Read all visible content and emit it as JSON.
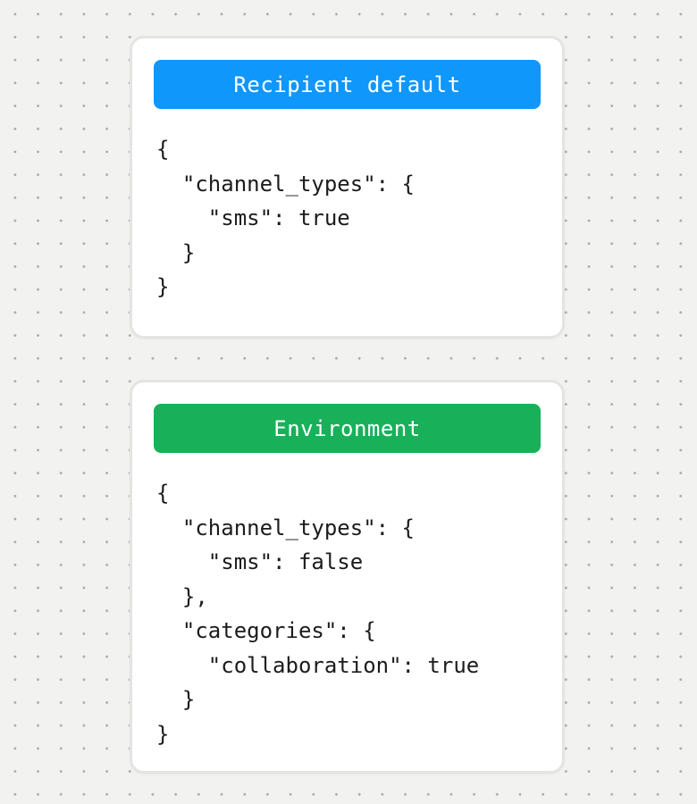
{
  "colors": {
    "background": "#f2f2f1",
    "dot": "#aaaaaa",
    "card_border": "#e4e4e3",
    "code_text": "#1c1c1c",
    "badge_text": "#ffffff"
  },
  "cards": [
    {
      "badge": {
        "label": "Recipient default",
        "color": "#1097fb"
      },
      "code_lines": [
        "{",
        "  \"channel_types\": {",
        "    \"sms\": true",
        "  }",
        "}"
      ]
    },
    {
      "badge": {
        "label": "Environment",
        "color": "#18b15a"
      },
      "code_lines": [
        "{",
        "  \"channel_types\": {",
        "    \"sms\": false",
        "  },",
        "  \"categories\": {",
        "    \"collaboration\": true",
        "  }",
        "}"
      ]
    }
  ]
}
